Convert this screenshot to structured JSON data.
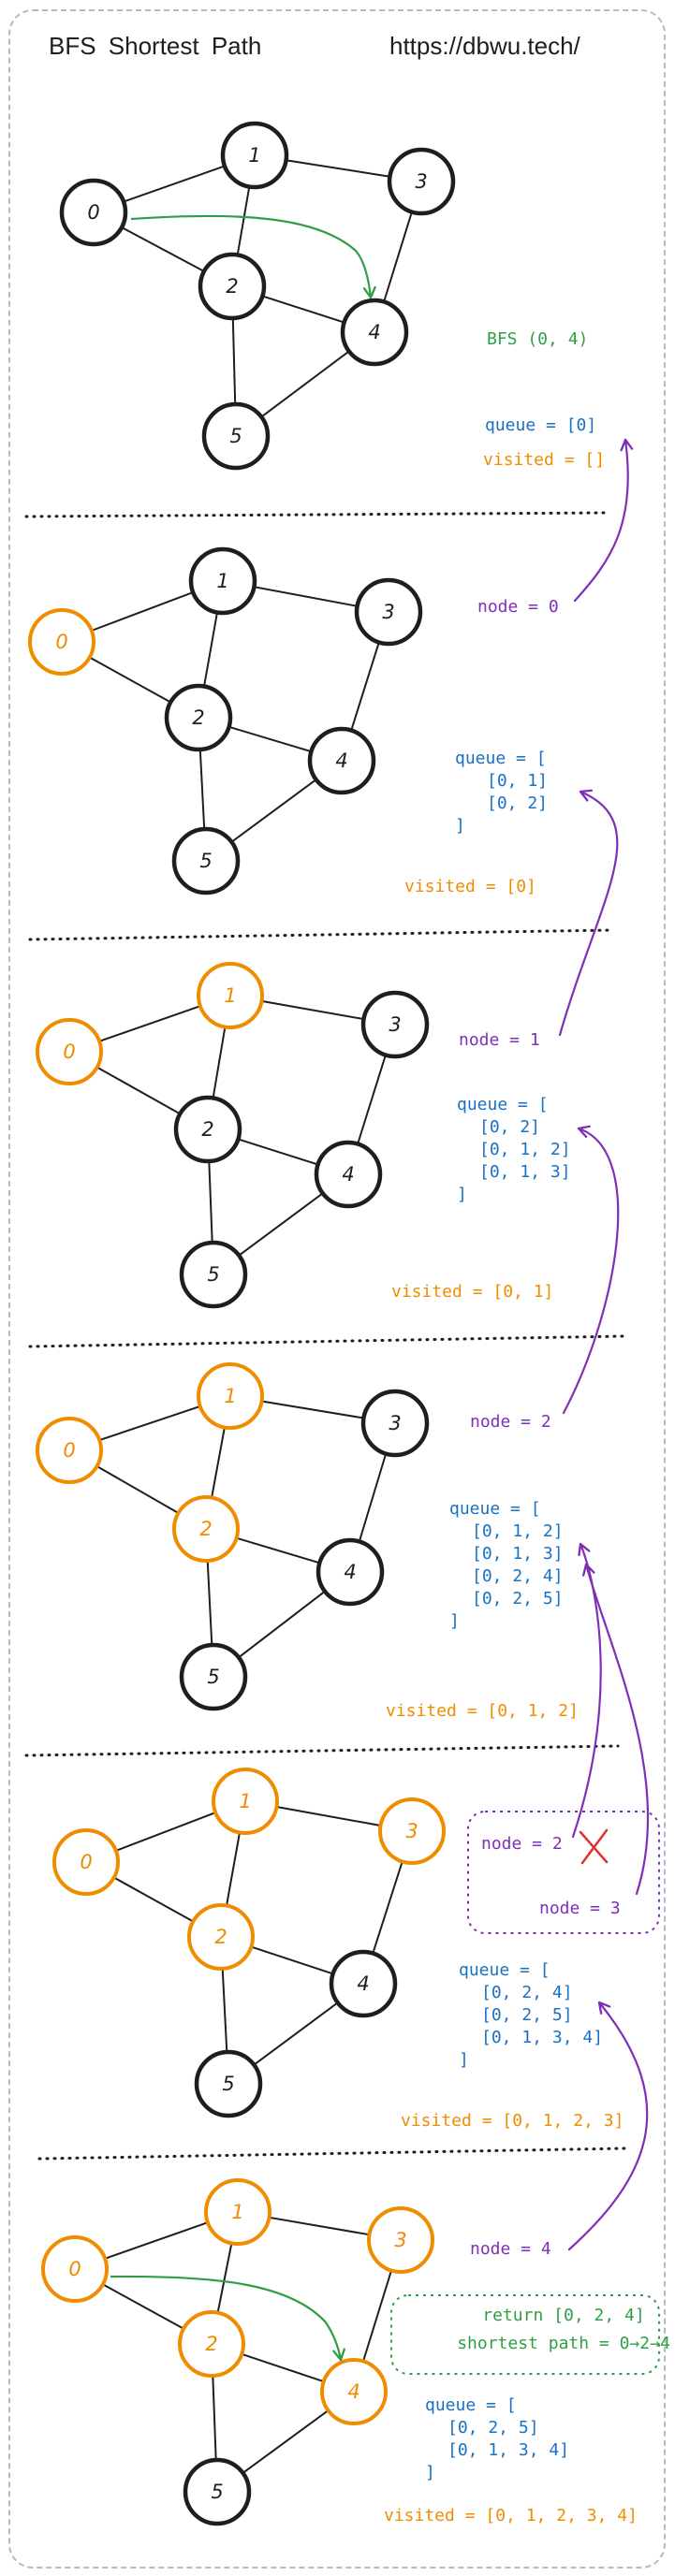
{
  "header": {
    "title": "BFS  Shortest  Path",
    "url": "https://dbwu.tech/"
  },
  "colors": {
    "ink": "#1e1e1e",
    "visited": "#f08c00",
    "queue": "#1971c2",
    "node": "#7e2fb8",
    "green": "#2f9e44",
    "red": "#e03131"
  },
  "graph": {
    "nodes": [
      "0",
      "1",
      "2",
      "3",
      "4",
      "5"
    ],
    "edges": [
      [
        "0",
        "1"
      ],
      [
        "0",
        "2"
      ],
      [
        "1",
        "2"
      ],
      [
        "1",
        "3"
      ],
      [
        "2",
        "4"
      ],
      [
        "3",
        "4"
      ],
      [
        "2",
        "5"
      ],
      [
        "4",
        "5"
      ]
    ]
  },
  "panels": [
    {
      "id": "start",
      "highlighted": [],
      "texts": [
        {
          "key": "call",
          "kind": "green",
          "value": "BFS (0, 4)"
        },
        {
          "key": "queue",
          "kind": "queue",
          "value": "queue = [0]"
        },
        {
          "key": "visited",
          "kind": "visited",
          "value": "visited = []"
        }
      ]
    },
    {
      "id": "step-1",
      "highlighted": [
        "0"
      ],
      "texts": [
        {
          "key": "node",
          "kind": "node",
          "value": "node = 0"
        },
        {
          "key": "q0",
          "kind": "queue",
          "value": "queue = ["
        },
        {
          "key": "q1",
          "kind": "queue",
          "value": "[0, 1]"
        },
        {
          "key": "q2",
          "kind": "queue",
          "value": "[0, 2]"
        },
        {
          "key": "q3",
          "kind": "queue",
          "value": "]"
        },
        {
          "key": "visited",
          "kind": "visited",
          "value": "visited = [0]"
        }
      ]
    },
    {
      "id": "step-2",
      "highlighted": [
        "0",
        "1"
      ],
      "texts": [
        {
          "key": "node",
          "kind": "node",
          "value": "node = 1"
        },
        {
          "key": "q0",
          "kind": "queue",
          "value": "queue = ["
        },
        {
          "key": "q1",
          "kind": "queue",
          "value": "[0, 2]"
        },
        {
          "key": "q2",
          "kind": "queue",
          "value": "[0, 1, 2]"
        },
        {
          "key": "q3",
          "kind": "queue",
          "value": "[0, 1, 3]"
        },
        {
          "key": "q4",
          "kind": "queue",
          "value": "]"
        },
        {
          "key": "visited",
          "kind": "visited",
          "value": "visited = [0, 1]"
        }
      ]
    },
    {
      "id": "step-3",
      "highlighted": [
        "0",
        "1",
        "2"
      ],
      "texts": [
        {
          "key": "node",
          "kind": "node",
          "value": "node = 2"
        },
        {
          "key": "q0",
          "kind": "queue",
          "value": "queue = ["
        },
        {
          "key": "q1",
          "kind": "queue",
          "value": "[0, 1, 2]"
        },
        {
          "key": "q2",
          "kind": "queue",
          "value": "[0, 1, 3]"
        },
        {
          "key": "q3",
          "kind": "queue",
          "value": "[0, 2, 4]"
        },
        {
          "key": "q4",
          "kind": "queue",
          "value": "[0, 2, 5]"
        },
        {
          "key": "q5",
          "kind": "queue",
          "value": "]"
        },
        {
          "key": "visited",
          "kind": "visited",
          "value": "visited = [0, 1, 2]"
        }
      ]
    },
    {
      "id": "step-4",
      "highlighted": [
        "0",
        "1",
        "2",
        "3"
      ],
      "texts": [
        {
          "key": "node-skip",
          "kind": "node",
          "value": "node = 2"
        },
        {
          "key": "node",
          "kind": "node",
          "value": "node = 3"
        },
        {
          "key": "q0",
          "kind": "queue",
          "value": "queue = ["
        },
        {
          "key": "q1",
          "kind": "queue",
          "value": "[0, 2, 4]"
        },
        {
          "key": "q2",
          "kind": "queue",
          "value": "[0, 2, 5]"
        },
        {
          "key": "q3",
          "kind": "queue",
          "value": "[0, 1, 3, 4]"
        },
        {
          "key": "q4",
          "kind": "queue",
          "value": "]"
        },
        {
          "key": "visited",
          "kind": "visited",
          "value": "visited = [0, 1, 2, 3]"
        }
      ]
    },
    {
      "id": "step-5",
      "highlighted": [
        "0",
        "1",
        "2",
        "3",
        "4"
      ],
      "texts": [
        {
          "key": "node",
          "kind": "node",
          "value": "node = 4"
        },
        {
          "key": "ret",
          "kind": "green",
          "value": "return [0, 2, 4]"
        },
        {
          "key": "path",
          "kind": "green",
          "value": "shortest path = 0→2→4"
        },
        {
          "key": "q0",
          "kind": "queue",
          "value": "queue = ["
        },
        {
          "key": "q1",
          "kind": "queue",
          "value": "[0, 2, 5]"
        },
        {
          "key": "q2",
          "kind": "queue",
          "value": "[0, 1, 3, 4]"
        },
        {
          "key": "q3",
          "kind": "queue",
          "value": "]"
        },
        {
          "key": "visited",
          "kind": "visited",
          "value": "visited = [0, 1, 2, 3, 4]"
        }
      ]
    }
  ]
}
